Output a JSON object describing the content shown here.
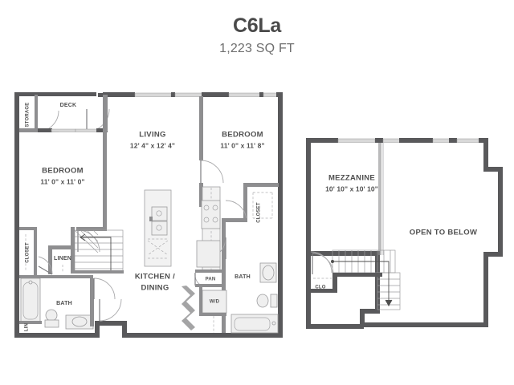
{
  "header": {
    "title": "C6La",
    "subtitle": "1,223 SQ FT"
  },
  "colors": {
    "wall": "#59595b",
    "wall_interior": "#8e8e90",
    "window": "#d8d8d8",
    "label_text": "#4f4f4f",
    "title_text": "#4a4a4a",
    "subtitle_text": "#6e6e6e",
    "fixture_fill": "#efefef",
    "background": "#ffffff"
  },
  "main_floor": {
    "rooms": {
      "deck": {
        "name": "DECK"
      },
      "storage": {
        "name": "STORAGE"
      },
      "bedroom_left": {
        "name": "BEDROOM",
        "dimensions": "11' 0\" x 11' 0\""
      },
      "living": {
        "name": "LIVING",
        "dimensions": "12' 4\" x 12' 4\""
      },
      "bedroom_right": {
        "name": "BEDROOM",
        "dimensions": "11' 0\" x 11' 8\""
      },
      "kitchen_dining": {
        "name_line1": "KITCHEN /",
        "name_line2": "DINING"
      },
      "closet_left": {
        "name": "CLOSET"
      },
      "closet_right": {
        "name": "CLOSET"
      },
      "linen": {
        "name": "LINEN"
      },
      "lin": {
        "name": "LIN"
      },
      "bath_left": {
        "name": "BATH"
      },
      "bath_right": {
        "name": "BATH"
      },
      "pantry": {
        "name": "PAN"
      },
      "washer_dryer": {
        "name": "W/D"
      }
    }
  },
  "upper_floor": {
    "rooms": {
      "mezzanine": {
        "name": "MEZZANINE",
        "dimensions": "10' 10\" x 10' 10\""
      },
      "open_to_below": {
        "name": "OPEN TO BELOW"
      },
      "closet": {
        "name": "CLO"
      }
    }
  }
}
